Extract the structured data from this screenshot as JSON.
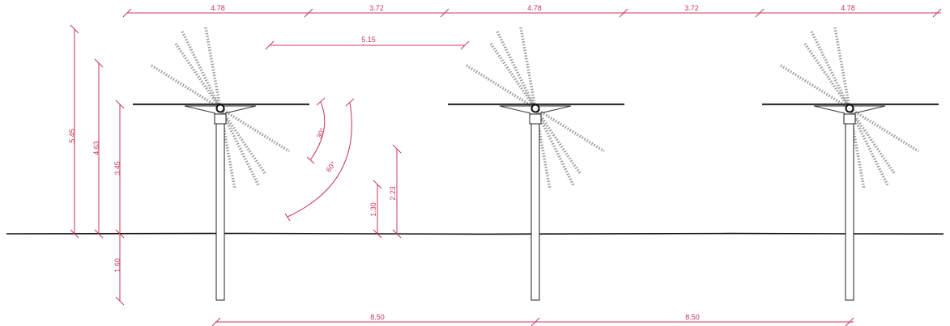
{
  "colors": {
    "dimension": "#c8385a",
    "structure": "#333333",
    "ghost": "#9a9a9a"
  },
  "dimensions": {
    "top_spans": [
      "4.78",
      "3.72",
      "4.78",
      "3.72",
      "4.78"
    ],
    "panel_span": "5.15",
    "max_height": "5.45",
    "height_2": "4.63",
    "hub_height": "3.45",
    "embed_depth": "1.60",
    "clear_1": "1.30",
    "clear_2": "2.23",
    "bottom_spans": [
      "8.50",
      "8.50"
    ]
  },
  "angles": {
    "a1": "30°",
    "a2": "60°"
  }
}
